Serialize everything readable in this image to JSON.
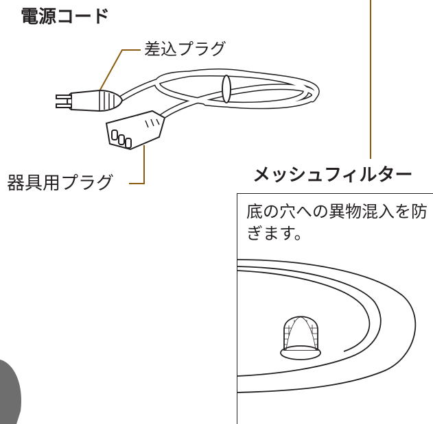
{
  "labels": {
    "power_cord": "電源コード",
    "plug": "差込プラグ",
    "appliance_plug": "器具用プラグ",
    "mesh_filter": "メッシュフィルター"
  },
  "mesh_filter_note": "底の穴への異物混入を防ぎます。",
  "colors": {
    "leader_line": "#8b5a0f",
    "outline": "#231f20"
  }
}
